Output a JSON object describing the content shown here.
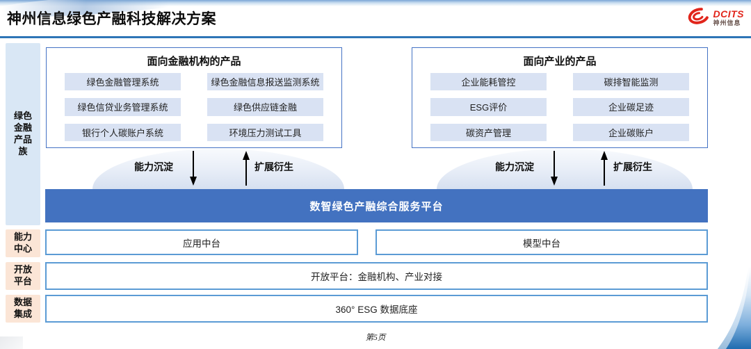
{
  "header": {
    "title": "神州信息绿色产融科技解决方案",
    "logo": {
      "brand": "DCITS",
      "company": "神州信息"
    }
  },
  "sidebar": {
    "items": [
      {
        "label": "绿色金融产品族"
      },
      {
        "label": "能力中心"
      },
      {
        "label": "开放平台"
      },
      {
        "label": "数据集成"
      }
    ]
  },
  "finance_box": {
    "title": "面向金融机构的产品",
    "items": [
      "绿色金融管理系统",
      "绿色金融信息报送监测系统",
      "绿色信贷业务管理系统",
      "绿色供应链金融",
      "银行个人碳账户系统",
      "环境压力测试工具"
    ]
  },
  "industry_box": {
    "title": "面向产业的产品",
    "items": [
      "企业能耗管控",
      "碳排智能监测",
      "ESG评价",
      "企业碳足迹",
      "碳资产管理",
      "企业碳账户"
    ]
  },
  "flow": {
    "settle_label": "能力沉淀",
    "extend_label": "扩展衍生"
  },
  "platform_bar": {
    "label": "数智绿色产融综合服务平台"
  },
  "capability_row": {
    "left": "应用中台",
    "right": "模型中台"
  },
  "open_platform_row": {
    "label": "开放平台：金融机构、产业对接"
  },
  "data_row": {
    "label": "360° ESG 数据底座"
  },
  "footer": {
    "page_label": "第5页"
  },
  "colors": {
    "header_rule_blue": "#2e75b6",
    "platform_bar_blue": "#4372c0",
    "box_border_blue": "#4472c4",
    "row_border_blue": "#5b9bd5",
    "item_bg_blue": "#d9e2f3",
    "sidebar_bg_blue": "#d9e7f5",
    "sidebar_bg_peach": "#fbe5d6",
    "logo_red": "#e1251b"
  }
}
